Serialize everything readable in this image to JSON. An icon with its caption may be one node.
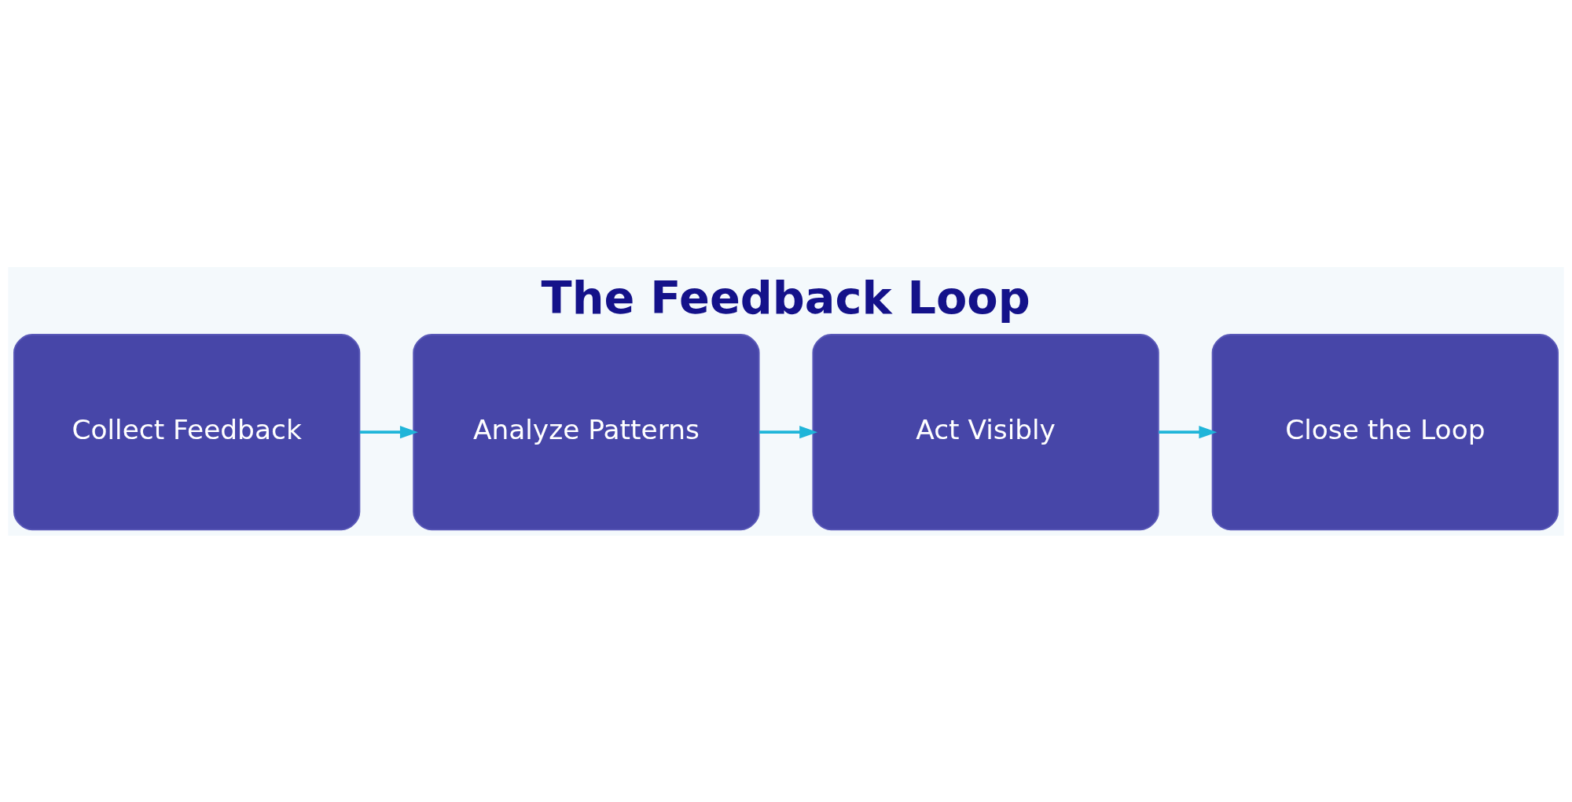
{
  "diagram": {
    "title": "The Feedback Loop",
    "nodes": [
      {
        "text": [
          "Collect Feedback"
        ]
      },
      {
        "text": [
          "Analyze Patterns"
        ]
      },
      {
        "text": [
          "Act Visibly"
        ]
      },
      {
        "text": [
          "Close the Loop"
        ]
      }
    ],
    "edges": [
      {
        "from": 0,
        "to": 1,
        "arrow": "to"
      },
      {
        "from": 1,
        "to": 2,
        "arrow": "to"
      },
      {
        "from": 2,
        "to": 3,
        "arrow": "to"
      }
    ]
  }
}
